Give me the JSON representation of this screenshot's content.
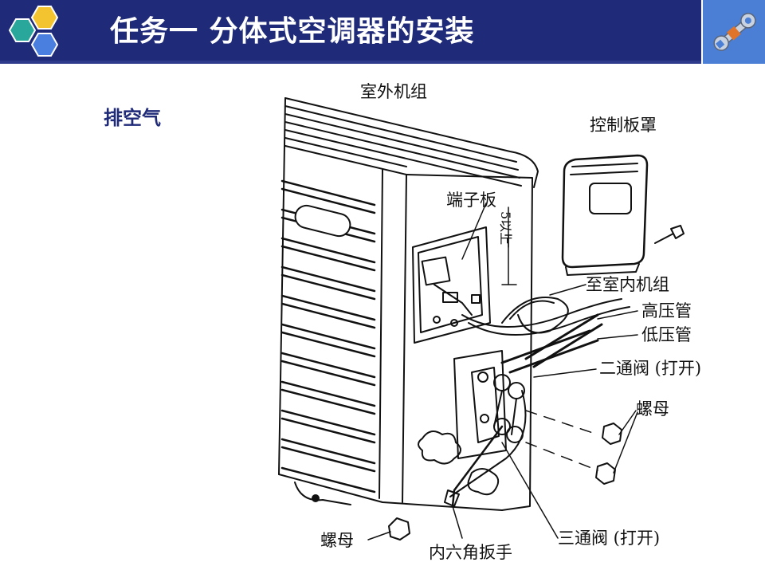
{
  "header": {
    "title": "任务一 分体式空调器的安装",
    "logo_icon": "hexagon-cluster-icon",
    "corner_icon": "wrench-icon",
    "colors": {
      "bar": "#1f2a78",
      "hex_blue": "#4a7fe0",
      "hex_yellow": "#f4c430",
      "hex_teal": "#2aa79b",
      "corner": "#4b7fd6"
    }
  },
  "content": {
    "heading": "排空气"
  },
  "diagram": {
    "labels": {
      "outdoor_unit": "室外机组",
      "control_cover": "控制板罩",
      "terminal_board": "端子板",
      "above_5cm": "5以上",
      "to_indoor": "至室内机组",
      "high_pressure": "高压管",
      "low_pressure": "低压管",
      "two_way_valve": "二通阀 (打开)",
      "nut_right": "螺母",
      "nut_bottom": "螺母",
      "hex_wrench": "内六角扳手",
      "three_way_valve": "三通阀 (打开)"
    }
  }
}
